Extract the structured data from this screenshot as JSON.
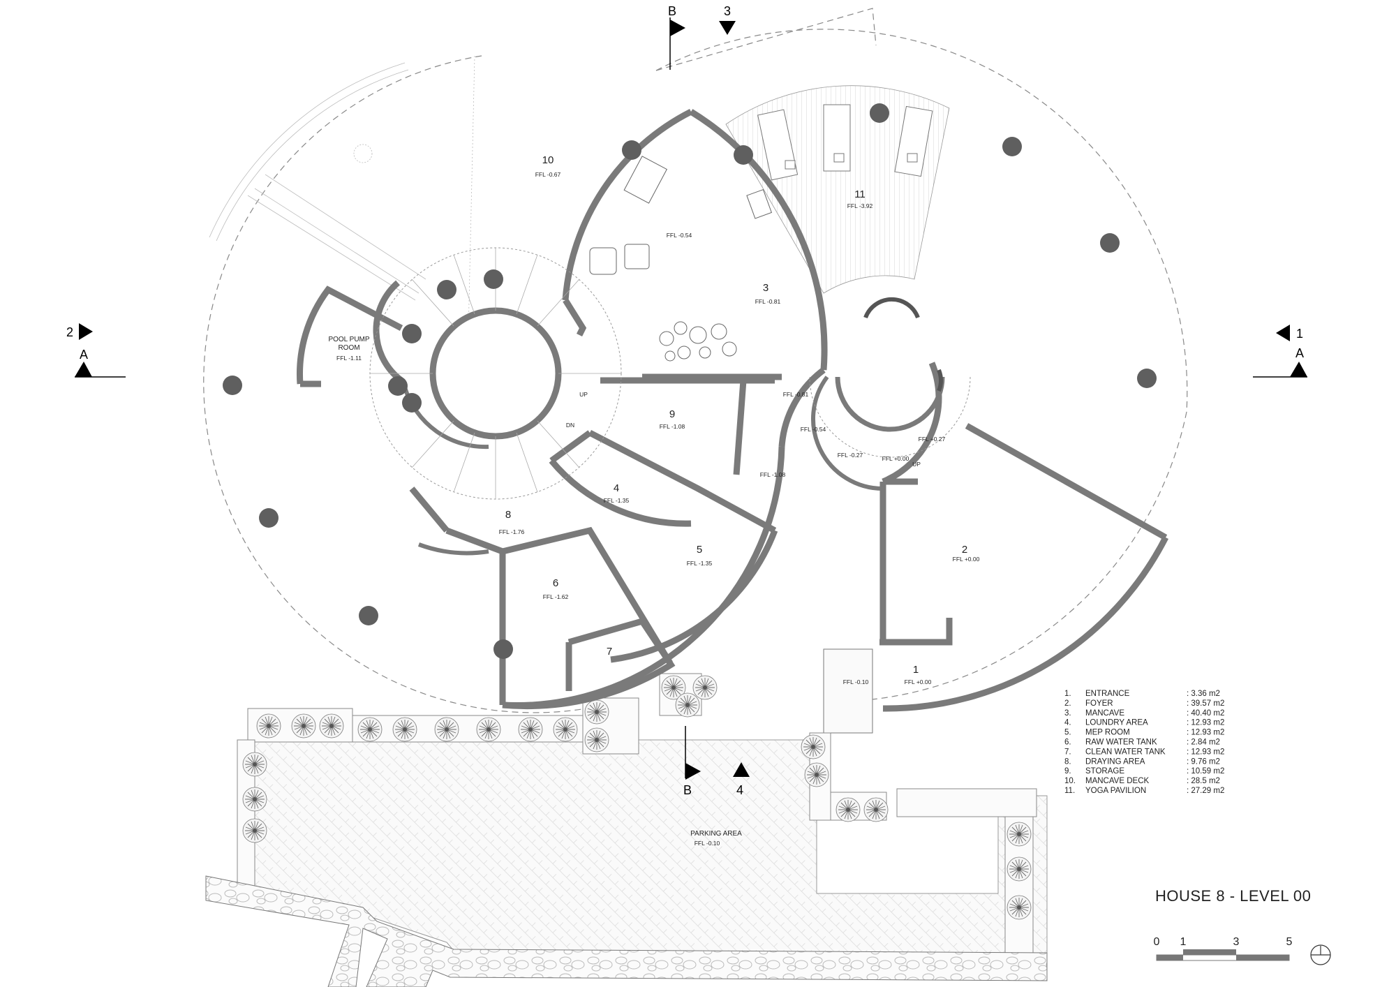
{
  "drawing": {
    "title": "HOUSE 8 - LEVEL 00"
  },
  "rooms": [
    {
      "num": "10",
      "ffl": "FFL -0.67"
    },
    {
      "num": "11",
      "ffl": "FFL -3.92"
    },
    {
      "num": "3",
      "ffl": "FFL -0.81"
    },
    {
      "num": "9",
      "ffl": "FFL -1.08"
    },
    {
      "num": "4",
      "ffl": "FFL -1.35"
    },
    {
      "num": "5",
      "ffl": "FFL -1.35"
    },
    {
      "num": "6",
      "ffl": "FFL -1.62"
    },
    {
      "num": "7",
      "ffl": ""
    },
    {
      "num": "8",
      "ffl": "FFL -1.76"
    },
    {
      "num": "2",
      "ffl": "FFL +0.00"
    },
    {
      "num": "1",
      "ffl": "FFL +0.00"
    }
  ],
  "pool_pump": {
    "line1": "POOL PUMP",
    "line2": "ROOM",
    "ffl": "FFL -1.11"
  },
  "extra_ffl": {
    "mancave_upper": "FFL -0.54",
    "corridor": "FFL -1.08",
    "foyer_stair_1": "FFL -0.81",
    "foyer_stair_2": "FFL -0.54",
    "foyer_stair_3": "FFL -0.27",
    "foyer_stair_4": "FFL +0.00",
    "foyer_stair_5": "FFL +0.27",
    "entry_step": "FFL -0.10"
  },
  "stair_marks": {
    "up": "UP",
    "dn": "DN",
    "up2": "UP"
  },
  "parking": {
    "label": "PARKING AREA",
    "ffl": "FFL -0.10"
  },
  "section_marks": {
    "b_top": "B",
    "three_top": "3",
    "two_left": "2",
    "a_left": "A",
    "one_right": "1",
    "a_right": "A",
    "b_bottom": "B",
    "four_bottom": "4"
  },
  "legend": [
    {
      "num": "1.",
      "name": "ENTRANCE",
      "area": ": 3.36  m2"
    },
    {
      "num": "2.",
      "name": "FOYER",
      "area": ": 39.57    m2"
    },
    {
      "num": "3.",
      "name": "MANCAVE",
      "area": ": 40.40  m2"
    },
    {
      "num": "4.",
      "name": "LOUNDRY AREA",
      "area": ": 12.93  m2"
    },
    {
      "num": "5.",
      "name": "MEP ROOM",
      "area": ": 12.93  m2"
    },
    {
      "num": "6.",
      "name": "RAW WATER TANK",
      "area": ": 2.84  m2"
    },
    {
      "num": "7.",
      "name": "CLEAN WATER TANK",
      "area": ": 12.93  m2"
    },
    {
      "num": "8.",
      "name": "DRAYING AREA",
      "area": ": 9.76  m2"
    },
    {
      "num": "9.",
      "name": "STORAGE",
      "area": ": 10.59  m2"
    },
    {
      "num": "10.",
      "name": "MANCAVE DECK",
      "area": ": 28.5  m2"
    },
    {
      "num": "11.",
      "name": "YOGA PAVILION",
      "area": ": 27.29  m2"
    }
  ],
  "scale_bar": {
    "t0": "0",
    "t1": "1",
    "t3": "3",
    "t5": "5"
  },
  "colors": {
    "wall": "#7a7a7a",
    "column": "#5f5f5f",
    "line": "#555555",
    "bg": "#ffffff"
  }
}
